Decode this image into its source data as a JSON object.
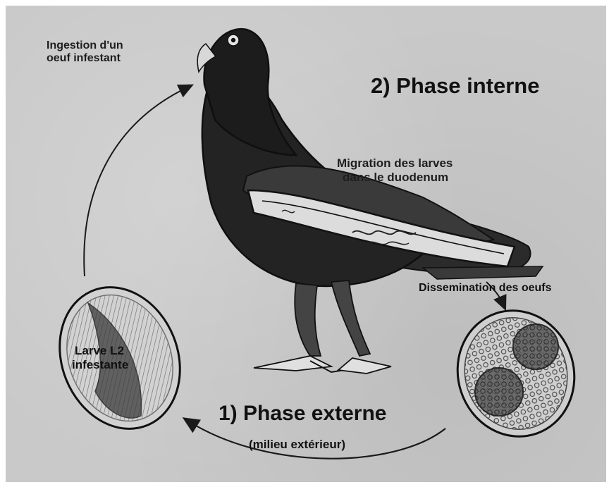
{
  "labels": {
    "ingestion": [
      "Ingestion d'un",
      "oeuf infestant"
    ],
    "phase_interne": "2) Phase interne",
    "migration": [
      "Migration des larves",
      "dans le duodenum"
    ],
    "dissemination": "Dissemination des oeufs",
    "larve": [
      "Larve L2",
      "infestante"
    ],
    "phase_externe": "1) Phase externe",
    "milieu": "(milieu extérieur)"
  },
  "illustrations": {
    "bird": "pigeon-illustration",
    "larva_egg": "larvated-egg-illustration",
    "eggs": "eggs-illustration"
  },
  "colors": {
    "background": "#c9c9c9",
    "ink": "#1a1a1a"
  }
}
